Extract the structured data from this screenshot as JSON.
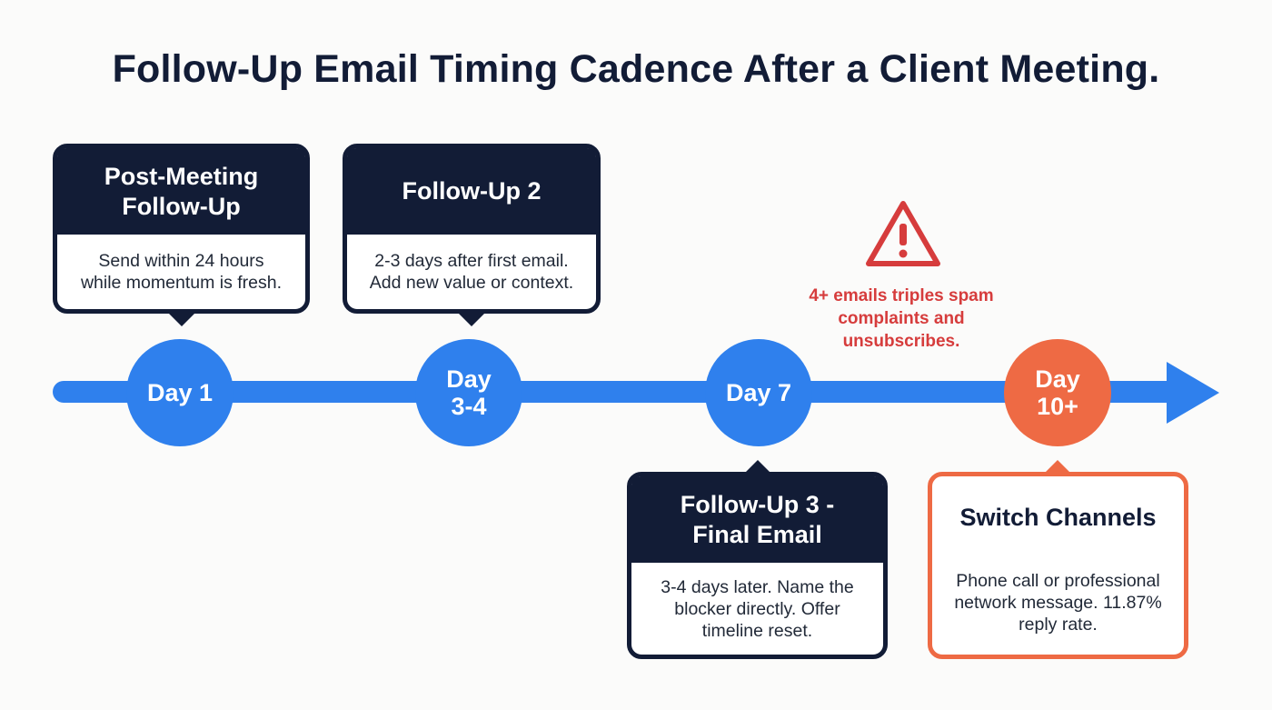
{
  "title": "Follow-Up Email Timing Cadence After a Client Meeting.",
  "colors": {
    "navy": "#121c36",
    "blue": "#2f80ed",
    "orange": "#ee6a44",
    "warning_red": "#d63c3c"
  },
  "timeline": {
    "nodes": [
      {
        "label": "Day 1"
      },
      {
        "label": "Day\n3-4"
      },
      {
        "label": "Day 7"
      },
      {
        "label": "Day\n10+"
      }
    ]
  },
  "cards": [
    {
      "heading": "Post-Meeting\nFollow-Up",
      "body": "Send within 24 hours\nwhile momentum is fresh."
    },
    {
      "heading": "Follow-Up 2",
      "body": "2-3 days after first email.\nAdd new value or context."
    },
    {
      "heading": "Follow-Up 3 -\nFinal Email",
      "body": "3-4 days later. Name the\nblocker directly. Offer\ntimeline reset."
    },
    {
      "heading": "Switch Channels",
      "body": "Phone call or professional\nnetwork message. 11.87%\nreply rate."
    }
  ],
  "warning": {
    "icon": "warning-triangle-icon",
    "text": "4+ emails triples spam\ncomplaints and\nunsubscribes."
  }
}
